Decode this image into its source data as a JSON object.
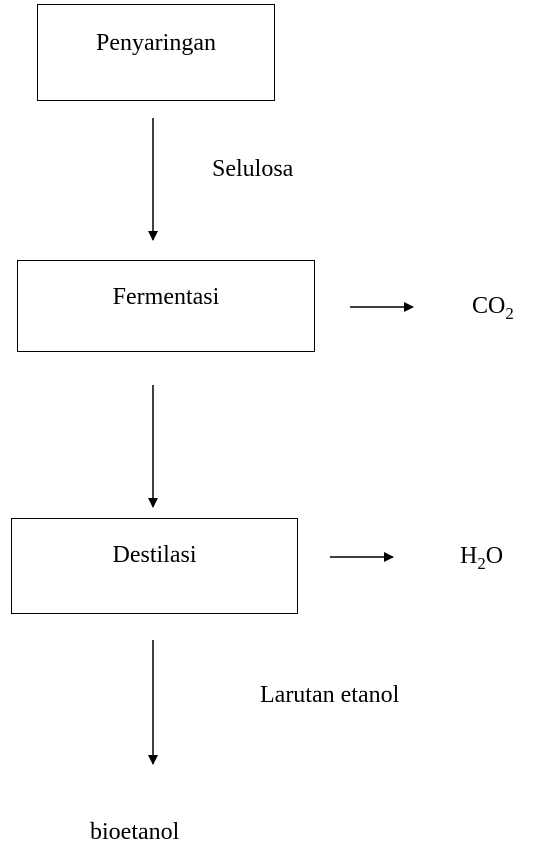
{
  "steps": [
    {
      "label": "Penyaringan"
    },
    {
      "label": "Fermentasi"
    },
    {
      "label": "Destilasi"
    }
  ],
  "flow_labels": {
    "after_step1": "Selulosa",
    "after_step3": "Larutan etanol"
  },
  "byproducts": {
    "fermentasi": {
      "main": "CO",
      "sub": "2",
      "post": ""
    },
    "destilasi": {
      "main": "H",
      "sub": "2",
      "post": "O"
    }
  },
  "final_product": "bioetanol"
}
